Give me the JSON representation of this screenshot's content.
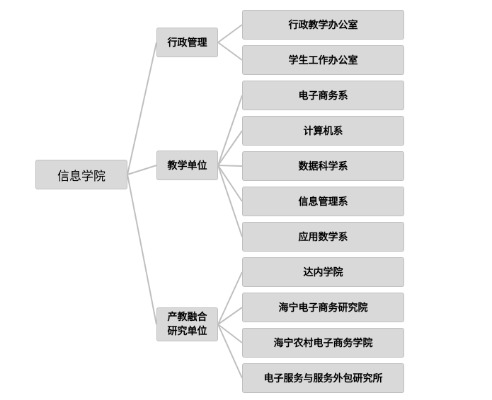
{
  "org_chart": {
    "root": {
      "label": "信息学院"
    },
    "branches": [
      {
        "label_lines": [
          "行政管理"
        ],
        "children": [
          "行政教学办公室",
          "学生工作办公室"
        ]
      },
      {
        "label_lines": [
          "教学单位"
        ],
        "children": [
          "电子商务系",
          "计算机系",
          "数据科学系",
          "信息管理系",
          "应用数学系"
        ]
      },
      {
        "label_lines": [
          "产教融合",
          "研究单位"
        ],
        "children": [
          "达内学院",
          "海宁电子商务研究院",
          "海宁农村电子商务学院",
          "电子服务与服务外包研究所"
        ]
      }
    ]
  },
  "colors": {
    "node_fill": "#d9d9d9",
    "node_border": "#bfbfbf",
    "connector": "#bfbfbf"
  }
}
